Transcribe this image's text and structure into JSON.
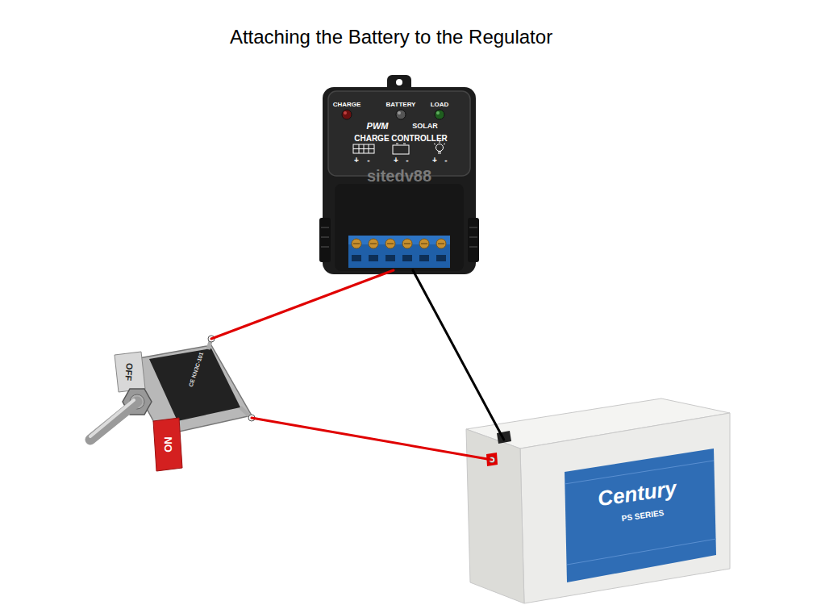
{
  "diagram": {
    "title": "Attaching the Battery to the Regulator",
    "nodes": [
      {
        "text": [
          "CHARGE",
          "BATTERY",
          "LOAD",
          "PWM",
          "SOLAR",
          "CHARGE CONTROLLER"
        ]
      },
      {
        "text": [
          "OFF",
          "ON",
          "CE KN3C-101"
        ]
      },
      {
        "text": [
          "Century",
          "PS SERIES"
        ]
      }
    ],
    "edges": [
      {
        "from": 0,
        "to": 1,
        "arrow": "none"
      },
      {
        "from": 1,
        "to": 2,
        "arrow": "none"
      },
      {
        "from": 0,
        "to": 2,
        "arrow": "none"
      }
    ],
    "labels": [
      "sitedv88",
      "+",
      "-",
      "+",
      "-",
      "+",
      "-"
    ]
  }
}
